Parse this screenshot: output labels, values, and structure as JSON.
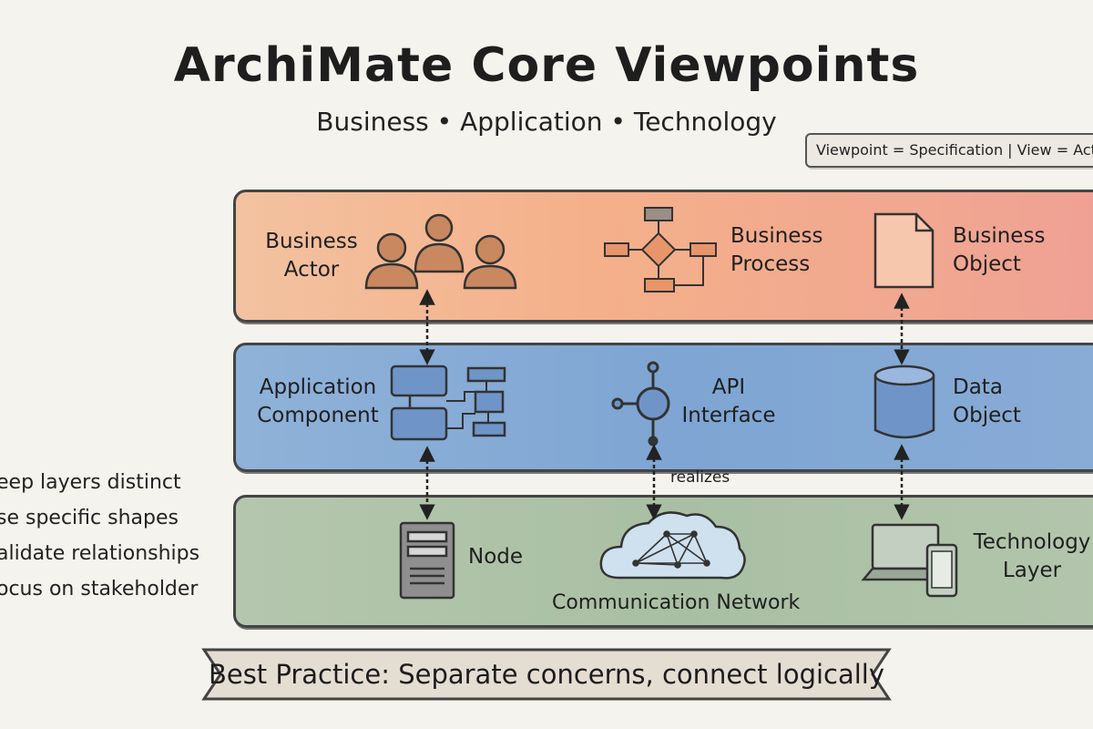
{
  "diagram": {
    "title": "ArchiMate Core Viewpoints",
    "subtitle": "Business • Application • Technology",
    "note": "Viewpoint = Specification | View = Actual",
    "bullets": [
      "eep layers distinct",
      "se specific shapes",
      "alidate relationships",
      "ocus on stakeholder"
    ],
    "layers": {
      "business": {
        "actor": [
          "Business",
          "Actor"
        ],
        "process": [
          "Business",
          "Process"
        ],
        "object": [
          "Business",
          "Object"
        ]
      },
      "application": {
        "component": [
          "Application",
          "Component"
        ],
        "interface": [
          "API",
          "Interface"
        ],
        "data": [
          "Data",
          "Object"
        ]
      },
      "technology": {
        "node": "Node",
        "network": "Communication Network",
        "layer": [
          "Technology",
          "Layer"
        ]
      }
    },
    "relation_label": "realizes",
    "banner": "Best Practice: Separate concerns, connect logically",
    "colors": {
      "business": "#f4b08a",
      "application": "#7ea5d3",
      "technology": "#a9bfa3",
      "ink": "#333333"
    },
    "icons": [
      "actor-group-icon",
      "process-flow-icon",
      "document-icon",
      "component-icon",
      "interface-icon",
      "database-icon",
      "server-icon",
      "cloud-network-icon",
      "devices-icon"
    ]
  }
}
